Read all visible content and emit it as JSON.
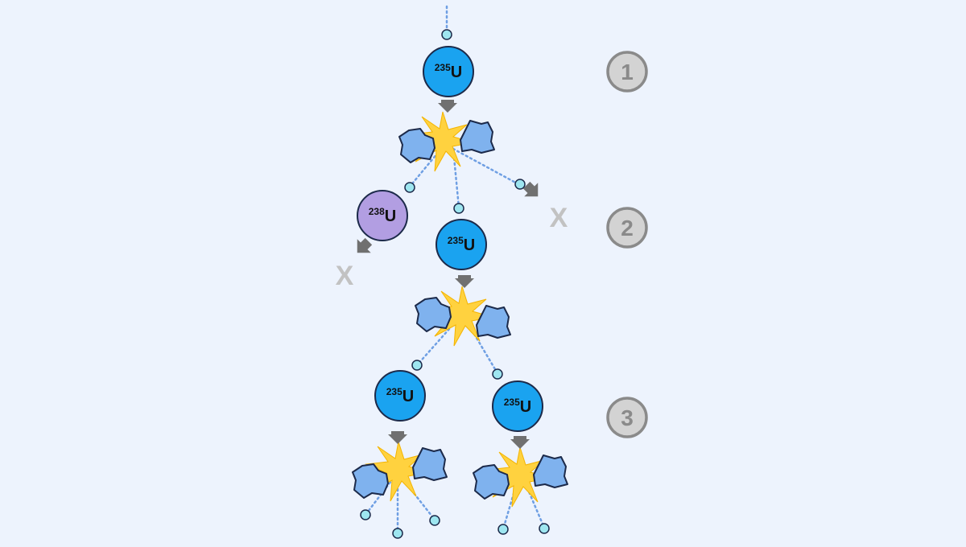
{
  "nuclei": {
    "u235_a": {
      "mass": "235",
      "symbol": "U"
    },
    "u238": {
      "mass": "238",
      "symbol": "U"
    },
    "u235_b": {
      "mass": "235",
      "symbol": "U"
    },
    "u235_c": {
      "mass": "235",
      "symbol": "U"
    },
    "u235_d": {
      "mass": "235",
      "symbol": "U"
    }
  },
  "steps": [
    "1",
    "2",
    "3"
  ],
  "absorbed_marks": [
    "X",
    "X"
  ],
  "colors": {
    "background": "#edf3fd",
    "u235": "#1aa3f0",
    "u238": "#b29ee2",
    "neutron": "#9ee6f0",
    "fragment": "#7fb2ee",
    "flash": "#ffd23f",
    "arrow": "#707070",
    "trail": "#6f9fe3",
    "step_circle": "#d3d3d3"
  }
}
